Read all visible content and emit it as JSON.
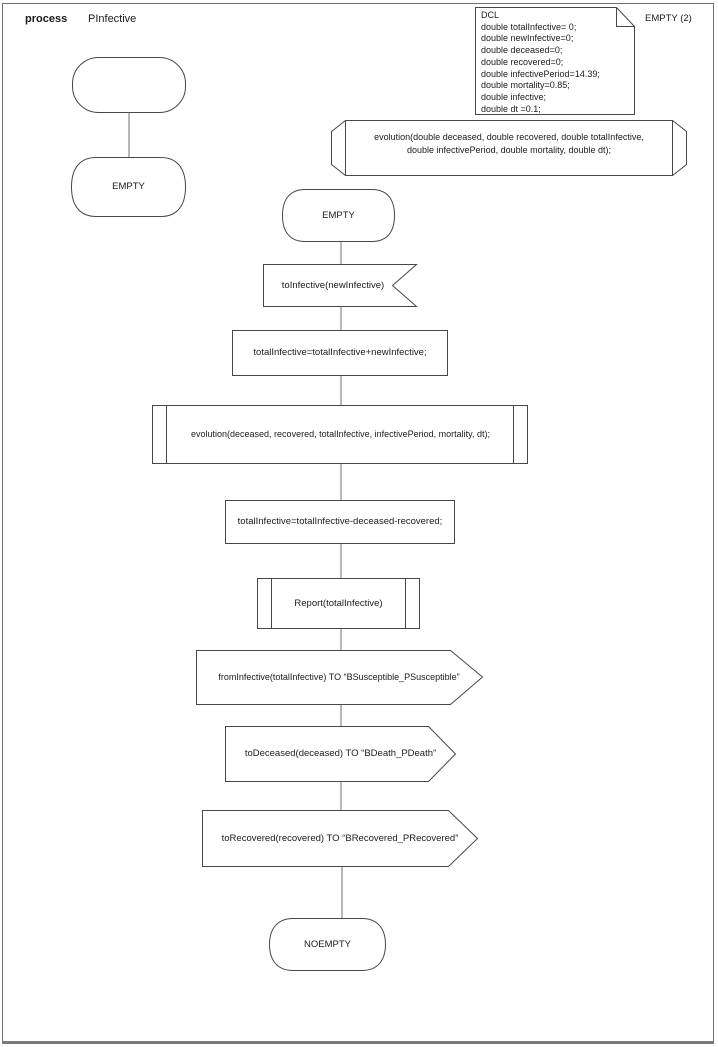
{
  "header": {
    "kind": "process",
    "name": "PInfective",
    "page_ref": "EMPTY (2)"
  },
  "declarations": {
    "lines": [
      "DCL",
      "double totalInfective= 0;",
      "double newInfective=0;",
      "double deceased=0;",
      "double recovered=0;",
      "double infectivePeriod=14.39;",
      "double mortality=0.85;",
      "double infective;",
      "double dt =0.1;"
    ]
  },
  "procedure_declaration": {
    "line1": "evolution(double deceased, double recovered, double totalInfective,",
    "line2": "double infectivePeriod, double mortality, double dt);"
  },
  "left_chain": {
    "state": "EMPTY"
  },
  "flow": {
    "start_state": "EMPTY",
    "input_signal": "toInfective(newInfective)",
    "task_add": "totalInfective=totalInfective+newInfective;",
    "call_evolution": "evolution(deceased, recovered, totalInfective, infectivePeriod, mortality, dt);",
    "task_subtract": "totalInfective=totalInfective-deceased-recovered;",
    "call_report": "Report(totalInfective)",
    "output_from_infective": "fromInfective(totalInfective) TO “BSusceptible_PSusceptible”",
    "output_to_deceased": "toDeceased(deceased) TO “BDeath_PDeath”",
    "output_to_recovered": "toRecovered(recovered) TO “BRecovered_PRecovered”",
    "end_state": "NOEMPTY"
  },
  "colors": {
    "shape_stroke": "#474747",
    "connector": "#707070",
    "frame": "#6e6e6e",
    "background": "#ffffff",
    "text": "#1b1b1b"
  }
}
